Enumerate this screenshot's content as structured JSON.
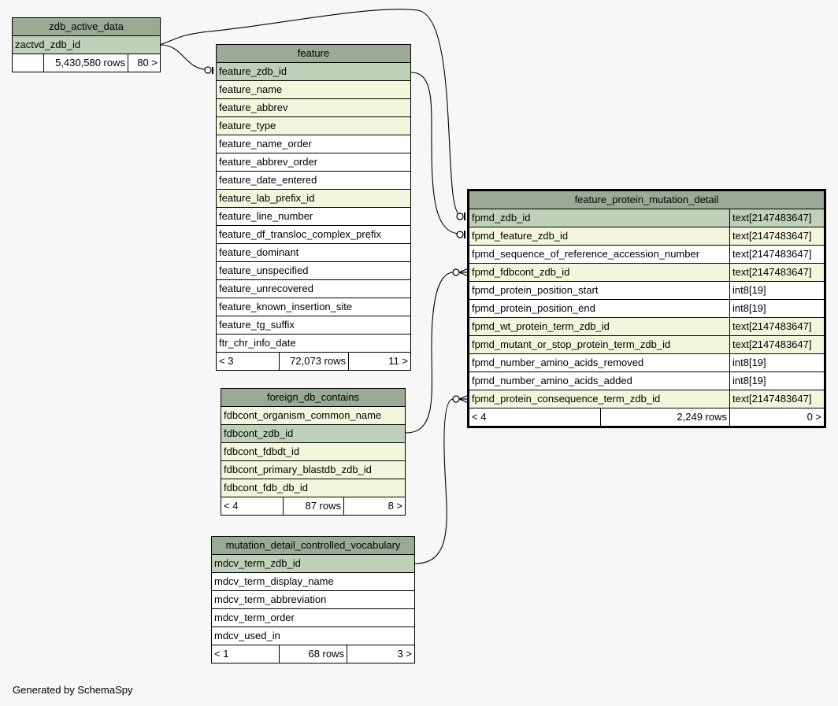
{
  "footer_text": "Generated by SchemaSpy",
  "tables": {
    "zdb_active_data": {
      "title": "zdb_active_data",
      "rows": [
        {
          "name": "zactvd_zdb_id",
          "kind": "pk"
        }
      ],
      "footer": {
        "parents": "",
        "rows": "5,430,580 rows",
        "children": "80 >"
      }
    },
    "feature": {
      "title": "feature",
      "rows": [
        {
          "name": "feature_zdb_id",
          "kind": "pk"
        },
        {
          "name": "feature_name",
          "kind": "fk"
        },
        {
          "name": "feature_abbrev",
          "kind": "fk"
        },
        {
          "name": "feature_type",
          "kind": "fk"
        },
        {
          "name": "feature_name_order",
          "kind": "plain"
        },
        {
          "name": "feature_abbrev_order",
          "kind": "plain"
        },
        {
          "name": "feature_date_entered",
          "kind": "plain"
        },
        {
          "name": "feature_lab_prefix_id",
          "kind": "fk"
        },
        {
          "name": "feature_line_number",
          "kind": "plain"
        },
        {
          "name": "feature_df_transloc_complex_prefix",
          "kind": "plain"
        },
        {
          "name": "feature_dominant",
          "kind": "plain"
        },
        {
          "name": "feature_unspecified",
          "kind": "plain"
        },
        {
          "name": "feature_unrecovered",
          "kind": "plain"
        },
        {
          "name": "feature_known_insertion_site",
          "kind": "plain"
        },
        {
          "name": "feature_tg_suffix",
          "kind": "plain"
        },
        {
          "name": "ftr_chr_info_date",
          "kind": "plain"
        }
      ],
      "footer": {
        "parents": "< 3",
        "rows": "72,073 rows",
        "children": "11 >"
      }
    },
    "foreign_db_contains": {
      "title": "foreign_db_contains",
      "rows": [
        {
          "name": "fdbcont_organism_common_name",
          "kind": "fk"
        },
        {
          "name": "fdbcont_zdb_id",
          "kind": "pk"
        },
        {
          "name": "fdbcont_fdbdt_id",
          "kind": "fk"
        },
        {
          "name": "fdbcont_primary_blastdb_zdb_id",
          "kind": "fk"
        },
        {
          "name": "fdbcont_fdb_db_id",
          "kind": "fk"
        }
      ],
      "footer": {
        "parents": "< 4",
        "rows": "87 rows",
        "children": "8 >"
      }
    },
    "mutation_detail_controlled_vocabulary": {
      "title": "mutation_detail_controlled_vocabulary",
      "rows": [
        {
          "name": "mdcv_term_zdb_id",
          "kind": "pk"
        },
        {
          "name": "mdcv_term_display_name",
          "kind": "plain"
        },
        {
          "name": "mdcv_term_abbreviation",
          "kind": "plain"
        },
        {
          "name": "mdcv_term_order",
          "kind": "plain"
        },
        {
          "name": "mdcv_used_in",
          "kind": "plain"
        }
      ],
      "footer": {
        "parents": "< 1",
        "rows": "68 rows",
        "children": "3 >"
      }
    },
    "feature_protein_mutation_detail": {
      "title": "feature_protein_mutation_detail",
      "rows": [
        {
          "name": "fpmd_zdb_id",
          "type": "text[2147483647]",
          "kind": "pk"
        },
        {
          "name": "fpmd_feature_zdb_id",
          "type": "text[2147483647]",
          "kind": "fk"
        },
        {
          "name": "fpmd_sequence_of_reference_accession_number",
          "type": "text[2147483647]",
          "kind": "plain"
        },
        {
          "name": "fpmd_fdbcont_zdb_id",
          "type": "text[2147483647]",
          "kind": "fk"
        },
        {
          "name": "fpmd_protein_position_start",
          "type": "int8[19]",
          "kind": "plain"
        },
        {
          "name": "fpmd_protein_position_end",
          "type": "int8[19]",
          "kind": "plain"
        },
        {
          "name": "fpmd_wt_protein_term_zdb_id",
          "type": "text[2147483647]",
          "kind": "fk"
        },
        {
          "name": "fpmd_mutant_or_stop_protein_term_zdb_id",
          "type": "text[2147483647]",
          "kind": "fk"
        },
        {
          "name": "fpmd_number_amino_acids_removed",
          "type": "int8[19]",
          "kind": "plain"
        },
        {
          "name": "fpmd_number_amino_acids_added",
          "type": "int8[19]",
          "kind": "plain"
        },
        {
          "name": "fpmd_protein_consequence_term_zdb_id",
          "type": "text[2147483647]",
          "kind": "fk"
        }
      ],
      "footer": {
        "parents": "< 4",
        "rows": "2,249 rows",
        "children": "0 >"
      }
    }
  }
}
